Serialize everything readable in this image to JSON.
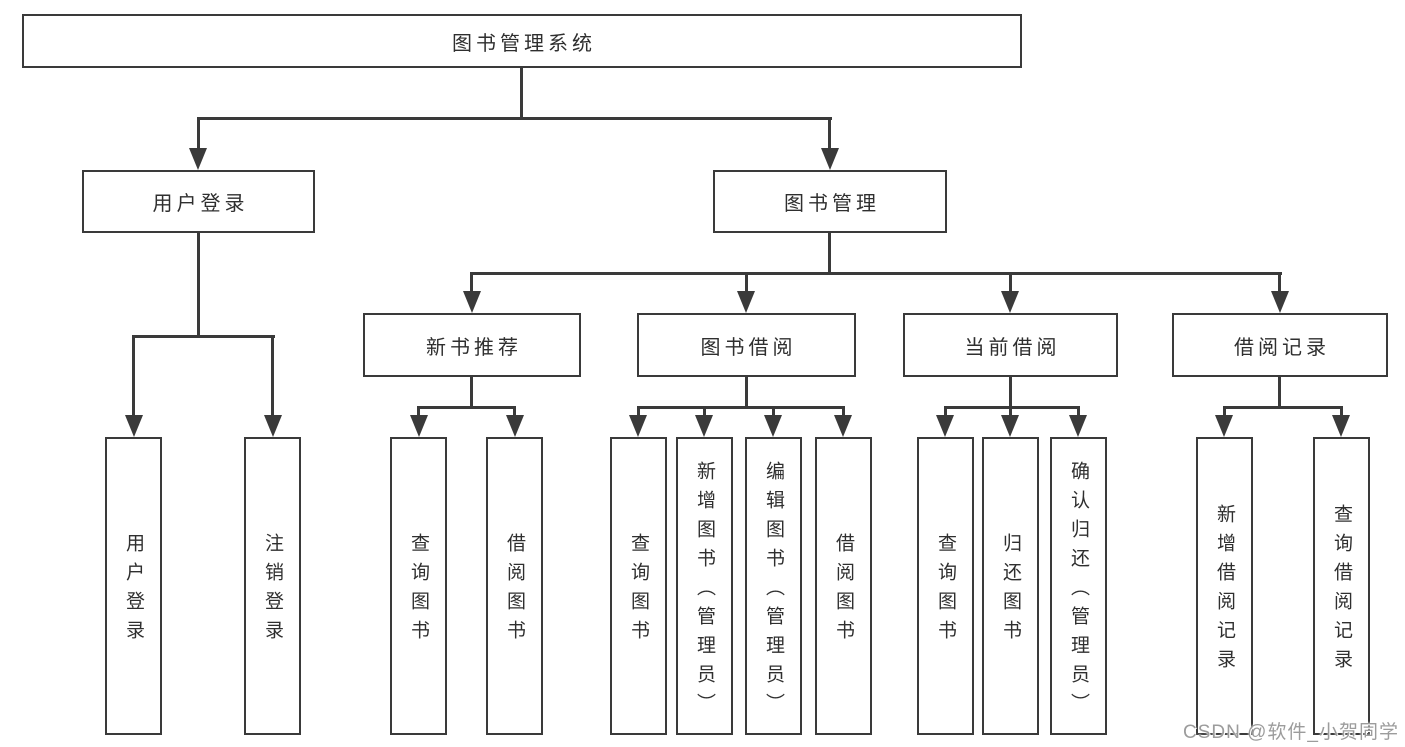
{
  "diagram": {
    "root": {
      "label": "图书管理系统",
      "children": [
        {
          "label": "用户登录",
          "children": [
            {
              "label": "用户登录"
            },
            {
              "label": "注销登录"
            }
          ]
        },
        {
          "label": "图书管理",
          "children": [
            {
              "label": "新书推荐",
              "children": [
                {
                  "label": "查询图书"
                },
                {
                  "label": "借阅图书"
                }
              ]
            },
            {
              "label": "图书借阅",
              "children": [
                {
                  "label": "查询图书"
                },
                {
                  "label": "新增图书（管理员）"
                },
                {
                  "label": "编辑图书（管理员）"
                },
                {
                  "label": "借阅图书"
                }
              ]
            },
            {
              "label": "当前借阅",
              "children": [
                {
                  "label": "查询图书"
                },
                {
                  "label": "归还图书"
                },
                {
                  "label": "确认归还（管理员）"
                }
              ]
            },
            {
              "label": "借阅记录",
              "children": [
                {
                  "label": "新增借阅记录"
                },
                {
                  "label": "查询借阅记录"
                }
              ]
            }
          ]
        }
      ]
    }
  },
  "watermark": {
    "text": "CSDN @软件_小贺同学"
  },
  "colors": {
    "line": "#3a3a3a",
    "text": "#2f2f2f",
    "watermark": "#9c9c9c",
    "background": "#ffffff"
  }
}
